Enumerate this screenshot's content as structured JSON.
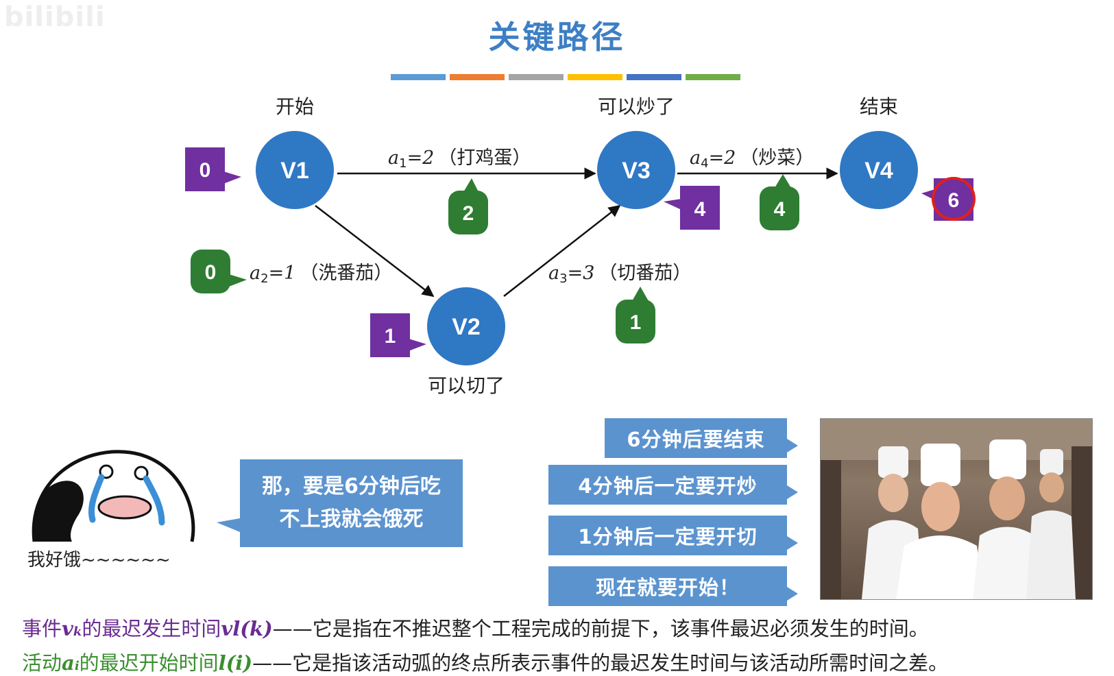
{
  "watermark": "bilibili",
  "title": "关键路径",
  "color_bars": [
    "#5b9bd5",
    "#ed7d31",
    "#a5a5a5",
    "#ffc000",
    "#4472c4",
    "#70ad47"
  ],
  "nodes": [
    {
      "id": "V1",
      "caption": "开始"
    },
    {
      "id": "V2",
      "caption": "可以切了"
    },
    {
      "id": "V3",
      "caption": "可以炒了"
    },
    {
      "id": "V4",
      "caption": "结束"
    }
  ],
  "edges": [
    {
      "name": "a",
      "sub": "1",
      "weight": "=2",
      "desc": "（打鸡蛋）"
    },
    {
      "name": "a",
      "sub": "2",
      "weight": "=1",
      "desc": "（洗番茄）"
    },
    {
      "name": "a",
      "sub": "3",
      "weight": "=3",
      "desc": "（切番茄）"
    },
    {
      "name": "a",
      "sub": "4",
      "weight": "=2",
      "desc": "（炒菜）"
    }
  ],
  "event_times": {
    "V1": "0",
    "V2": "1",
    "V3": "4",
    "V4": "6"
  },
  "activity_times": {
    "a1": "2",
    "a2": "0",
    "a3": "1",
    "a4": "4"
  },
  "colors": {
    "node": "#2f78c4",
    "event_badge": "#7030a0",
    "activity_badge": "#2e7d32",
    "bubble": "#5b93cf",
    "highlight": "#e0201b"
  },
  "bubbles": [
    "6分钟后要结束",
    "4分钟后一定要开炒",
    "1分钟后一定要开切",
    "现在就要开始！"
  ],
  "hungry": {
    "line1": "那，要是6分钟后吃",
    "line2": "不上我就会饿死",
    "caption": "我好饿~~~~~~"
  },
  "definitions": {
    "line1": {
      "term": "事件",
      "sym1": "v",
      "sub1": "k",
      "mid": "的最迟发生时间",
      "sym2": "vl(k)",
      "text": "——它是指在不推迟整个工程完成的前提下，该事件最迟必须发生的时间。"
    },
    "line2": {
      "term": "活动",
      "sym1": "a",
      "sub1": "i",
      "mid": "的最迟开始时间",
      "sym2": "l(i)",
      "text": "——它是指该活动弧的终点所表示事件的最迟发生时间与该活动所需时间之差。"
    }
  }
}
